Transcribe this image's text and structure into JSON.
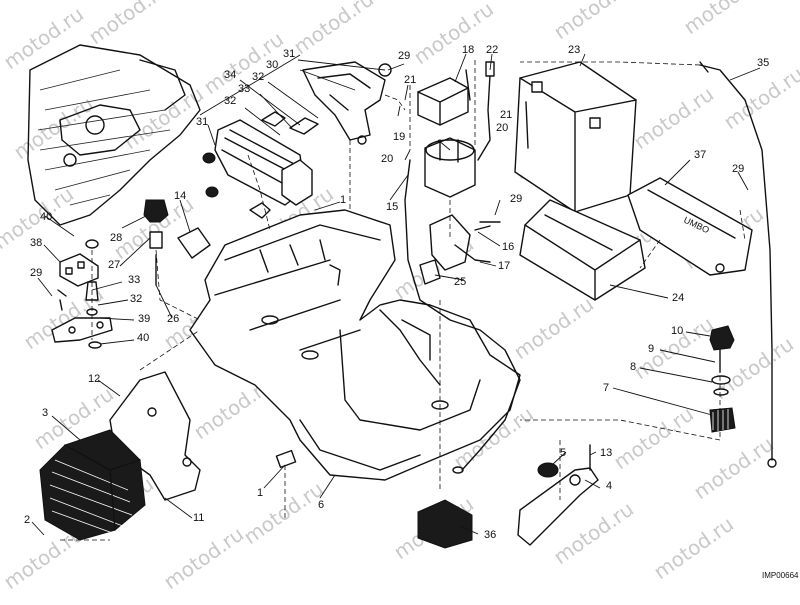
{
  "watermark": "motod.ru",
  "drawing_code": "IMP00664",
  "callouts": [
    "1",
    "2",
    "3",
    "4",
    "5",
    "6",
    "7",
    "8",
    "9",
    "10",
    "11",
    "12",
    "13",
    "14",
    "15",
    "16",
    "17",
    "18",
    "19",
    "20",
    "21",
    "22",
    "23",
    "24",
    "25",
    "26",
    "27",
    "28",
    "29",
    "30",
    "31",
    "32",
    "33",
    "34",
    "35",
    "36",
    "37",
    "38",
    "39",
    "40"
  ],
  "battery_label": "UMBO"
}
